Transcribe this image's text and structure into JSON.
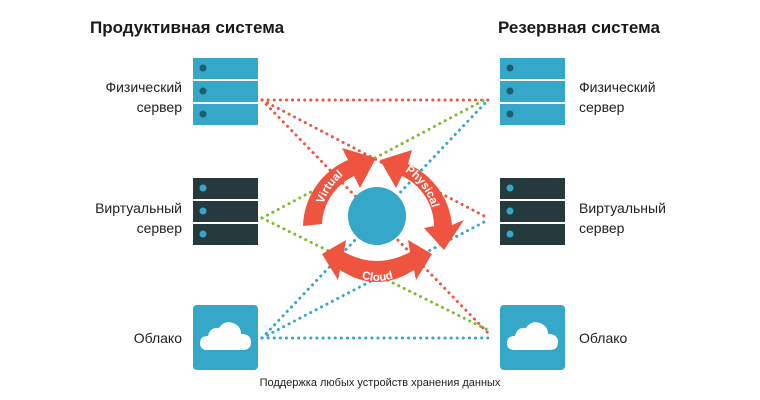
{
  "production": {
    "title": "Продуктивная система",
    "physical_label": [
      "Физический",
      "сервер"
    ],
    "virtual_label": [
      "Виртуальный",
      "сервер"
    ],
    "cloud_label": "Облако"
  },
  "backup": {
    "title": "Резервная система",
    "physical_label": [
      "Физический",
      "сервер"
    ],
    "virtual_label": [
      "Виртуальный",
      "сервер"
    ],
    "cloud_label": "Облако"
  },
  "cycle": {
    "arrow_labels": [
      "Virtual",
      "Physical",
      "Cloud"
    ]
  },
  "caption": "Поддержка любых устройств хранения данных",
  "colors": {
    "physical": "#35a7c9",
    "virtual": "#253a3d",
    "cloud": "#35a7c9",
    "arrow": "#ef5440",
    "line_red": "#ef5440",
    "line_green": "#7dbb2a",
    "line_blue": "#35a7c9"
  }
}
